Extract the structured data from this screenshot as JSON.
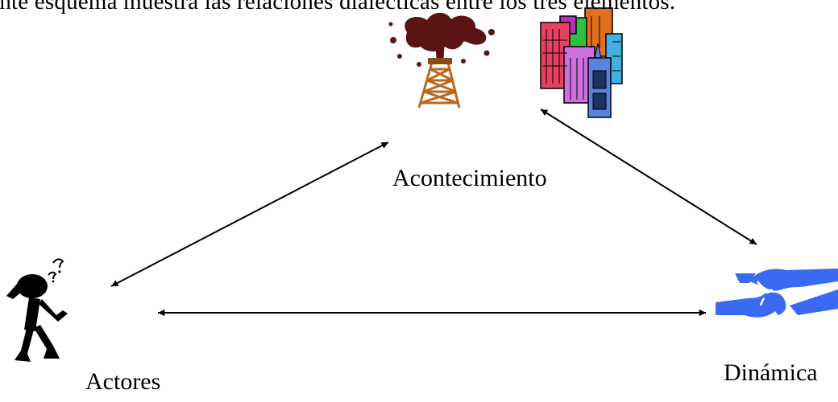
{
  "caption": "iente esquema  muestra las relaciones dialécticas entre los tres elementos.",
  "nodes": {
    "acontecimiento": {
      "label": "Acontecimiento",
      "icons": [
        "oil-derrick-icon",
        "city-buildings-icon"
      ]
    },
    "actores": {
      "label": "Actores",
      "icon": "thinking-man-icon"
    },
    "dinamica": {
      "label": "Dinámica",
      "icon": "handshake-icon"
    }
  },
  "relations": [
    {
      "from": "actores",
      "to": "acontecimiento",
      "type": "bidirectional"
    },
    {
      "from": "acontecimiento",
      "to": "dinamica",
      "type": "bidirectional"
    },
    {
      "from": "actores",
      "to": "dinamica",
      "type": "bidirectional"
    }
  ],
  "colors": {
    "oil": "#5a1414",
    "derrick": "#b86a1e",
    "handshake": "#3a6af2",
    "figure": "#000000",
    "arrow": "#000000"
  }
}
